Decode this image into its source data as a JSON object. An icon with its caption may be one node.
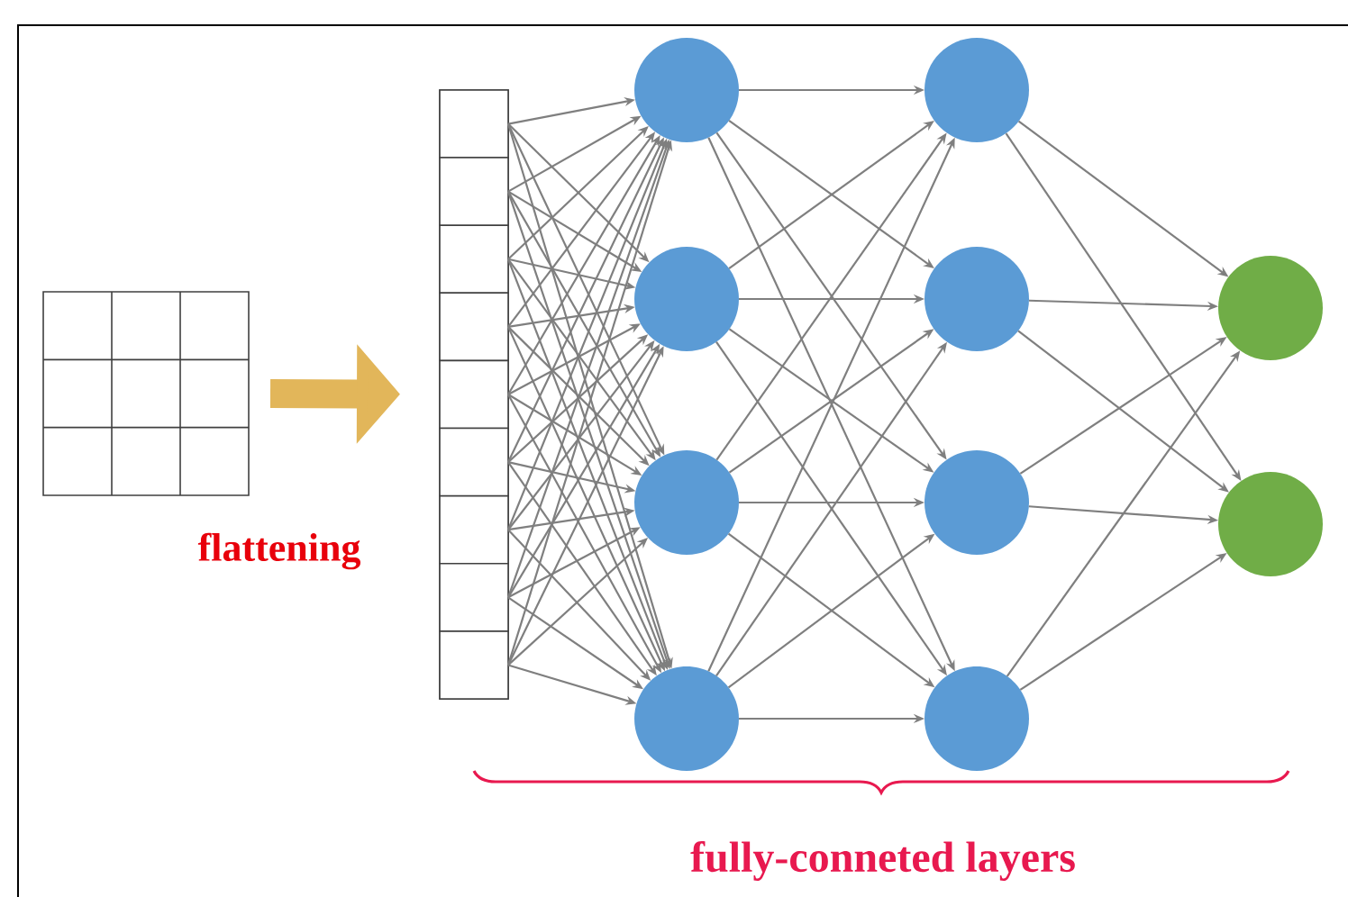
{
  "diagram": {
    "nodes": [
      {
        "text": [],
        "shape": "box"
      },
      {
        "text": [],
        "shape": "bar"
      },
      {
        "text": [],
        "shape": "box",
        "in": 1
      },
      {
        "text": [],
        "shape": "box",
        "in": 1
      },
      {
        "text": [],
        "shape": "box",
        "in": 1
      },
      {
        "text": [],
        "shape": "box",
        "in": 1
      },
      {
        "text": [],
        "shape": "box",
        "in": 1
      },
      {
        "text": [],
        "shape": "box",
        "in": 1
      },
      {
        "text": [],
        "shape": "box",
        "in": 1
      },
      {
        "text": [],
        "shape": "box",
        "in": 1
      },
      {
        "text": [],
        "shape": "box",
        "in": 1
      },
      {
        "text": [],
        "shape": "circle"
      },
      {
        "text": [],
        "shape": "circle"
      },
      {
        "text": [],
        "shape": "circle"
      },
      {
        "text": [],
        "shape": "circle"
      },
      {
        "text": [],
        "shape": "circle"
      },
      {
        "text": [],
        "shape": "circle"
      },
      {
        "text": [],
        "shape": "circle"
      },
      {
        "text": [],
        "shape": "circle"
      },
      {
        "text": [],
        "shape": "circle"
      },
      {
        "text": [],
        "shape": "circle"
      }
    ],
    "edges": [
      {
        "from": 0,
        "to": 1,
        "arrow": "to",
        "style": "thick",
        "color": "#e2b65a"
      },
      {
        "from": 2,
        "to": 11,
        "arrow": "to"
      },
      {
        "from": 2,
        "to": 12,
        "arrow": "to"
      },
      {
        "from": 2,
        "to": 13,
        "arrow": "to"
      },
      {
        "from": 2,
        "to": 14,
        "arrow": "to"
      },
      {
        "from": 3,
        "to": 11,
        "arrow": "to"
      },
      {
        "from": 3,
        "to": 12,
        "arrow": "to"
      },
      {
        "from": 3,
        "to": 13,
        "arrow": "to"
      },
      {
        "from": 3,
        "to": 14,
        "arrow": "to"
      },
      {
        "from": 4,
        "to": 11,
        "arrow": "to"
      },
      {
        "from": 4,
        "to": 12,
        "arrow": "to"
      },
      {
        "from": 4,
        "to": 13,
        "arrow": "to"
      },
      {
        "from": 4,
        "to": 14,
        "arrow": "to"
      },
      {
        "from": 5,
        "to": 11,
        "arrow": "to"
      },
      {
        "from": 5,
        "to": 12,
        "arrow": "to"
      },
      {
        "from": 5,
        "to": 13,
        "arrow": "to"
      },
      {
        "from": 5,
        "to": 14,
        "arrow": "to"
      },
      {
        "from": 6,
        "to": 11,
        "arrow": "to"
      },
      {
        "from": 6,
        "to": 12,
        "arrow": "to"
      },
      {
        "from": 6,
        "to": 13,
        "arrow": "to"
      },
      {
        "from": 6,
        "to": 14,
        "arrow": "to"
      },
      {
        "from": 7,
        "to": 11,
        "arrow": "to"
      },
      {
        "from": 7,
        "to": 12,
        "arrow": "to"
      },
      {
        "from": 7,
        "to": 13,
        "arrow": "to"
      },
      {
        "from": 7,
        "to": 14,
        "arrow": "to"
      },
      {
        "from": 8,
        "to": 11,
        "arrow": "to"
      },
      {
        "from": 8,
        "to": 12,
        "arrow": "to"
      },
      {
        "from": 8,
        "to": 13,
        "arrow": "to"
      },
      {
        "from": 8,
        "to": 14,
        "arrow": "to"
      },
      {
        "from": 9,
        "to": 11,
        "arrow": "to"
      },
      {
        "from": 9,
        "to": 12,
        "arrow": "to"
      },
      {
        "from": 9,
        "to": 13,
        "arrow": "to"
      },
      {
        "from": 9,
        "to": 14,
        "arrow": "to"
      },
      {
        "from": 10,
        "to": 11,
        "arrow": "to"
      },
      {
        "from": 10,
        "to": 12,
        "arrow": "to"
      },
      {
        "from": 10,
        "to": 13,
        "arrow": "to"
      },
      {
        "from": 10,
        "to": 14,
        "arrow": "to"
      },
      {
        "from": 11,
        "to": 15,
        "arrow": "to"
      },
      {
        "from": 11,
        "to": 16,
        "arrow": "to"
      },
      {
        "from": 11,
        "to": 17,
        "arrow": "to"
      },
      {
        "from": 11,
        "to": 18,
        "arrow": "to"
      },
      {
        "from": 12,
        "to": 15,
        "arrow": "to"
      },
      {
        "from": 12,
        "to": 16,
        "arrow": "to"
      },
      {
        "from": 12,
        "to": 17,
        "arrow": "to"
      },
      {
        "from": 12,
        "to": 18,
        "arrow": "to"
      },
      {
        "from": 13,
        "to": 15,
        "arrow": "to"
      },
      {
        "from": 13,
        "to": 16,
        "arrow": "to"
      },
      {
        "from": 13,
        "to": 17,
        "arrow": "to"
      },
      {
        "from": 13,
        "to": 18,
        "arrow": "to"
      },
      {
        "from": 14,
        "to": 15,
        "arrow": "to"
      },
      {
        "from": 14,
        "to": 16,
        "arrow": "to"
      },
      {
        "from": 14,
        "to": 17,
        "arrow": "to"
      },
      {
        "from": 14,
        "to": 18,
        "arrow": "to"
      },
      {
        "from": 15,
        "to": 19,
        "arrow": "to"
      },
      {
        "from": 15,
        "to": 20,
        "arrow": "to"
      },
      {
        "from": 16,
        "to": 19,
        "arrow": "to"
      },
      {
        "from": 16,
        "to": 20,
        "arrow": "to"
      },
      {
        "from": 17,
        "to": 19,
        "arrow": "to"
      },
      {
        "from": 17,
        "to": 20,
        "arrow": "to"
      },
      {
        "from": 18,
        "to": 19,
        "arrow": "to"
      },
      {
        "from": 18,
        "to": 20,
        "arrow": "to"
      }
    ],
    "labels": [
      "flattening",
      "fully-conneted layers"
    ]
  }
}
